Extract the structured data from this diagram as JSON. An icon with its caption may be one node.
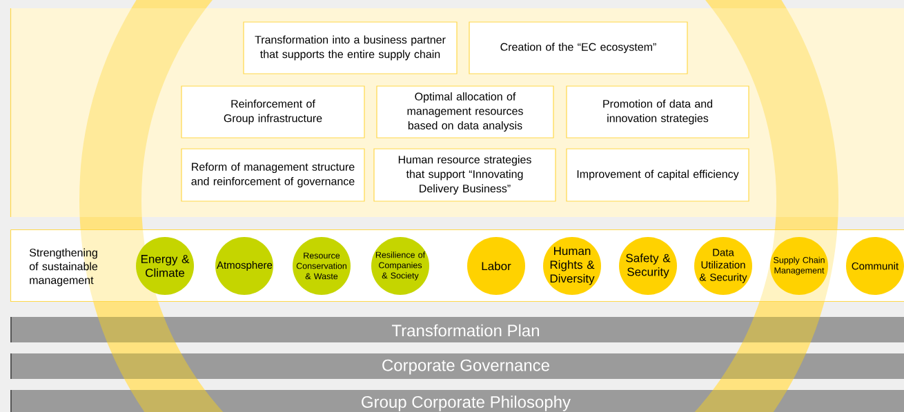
{
  "diagram": {
    "nodes": [
      {
        "text": [],
        "shape": "box"
      },
      {
        "text": [
          "Transformation into a business partner that supports the entire supply chain"
        ],
        "in": 0
      },
      {
        "text": [
          "Creation of the “EC ecosystem”"
        ],
        "in": 0
      },
      {
        "text": [
          "Reinforcement of Group infrastructure"
        ],
        "in": 0
      },
      {
        "text": [
          "Optimal allocation of management resources based on data analysis"
        ],
        "in": 0
      },
      {
        "text": [
          "Promotion of data and innovation strategies"
        ],
        "in": 0
      },
      {
        "text": [
          "Reform of management structure and reinforcement of governance"
        ],
        "in": 0
      },
      {
        "text": [
          "Human resource strategies that support “Innovating Delivery Business”"
        ],
        "in": 0
      },
      {
        "text": [
          "Improvement of capital efficiency"
        ],
        "in": 0
      },
      {
        "text": [
          "Strengthening of sustainable management"
        ]
      },
      {
        "text": [
          "Energy & Climate"
        ],
        "in": 9
      },
      {
        "text": [
          "Atmosphere"
        ],
        "in": 9
      },
      {
        "text": [
          "Resource Conservation & Waste"
        ],
        "in": 9
      },
      {
        "text": [
          "Resilience of Companies & Society"
        ],
        "in": 9
      },
      {
        "text": [
          "Labor"
        ],
        "in": 9
      },
      {
        "text": [
          "Human Rights & Diversity"
        ],
        "in": 9
      },
      {
        "text": [
          "Safety & Security"
        ],
        "in": 9
      },
      {
        "text": [
          "Data Utilization & Security"
        ],
        "in": 9
      },
      {
        "text": [
          "Supply Chain Management"
        ],
        "in": 9
      },
      {
        "text": [
          "Communit"
        ],
        "in": 9
      },
      {
        "text": [
          "Transformation Plan"
        ]
      },
      {
        "text": [
          "Corporate Governance"
        ]
      },
      {
        "text": [
          "Group Corporate Philosophy"
        ]
      }
    ]
  }
}
